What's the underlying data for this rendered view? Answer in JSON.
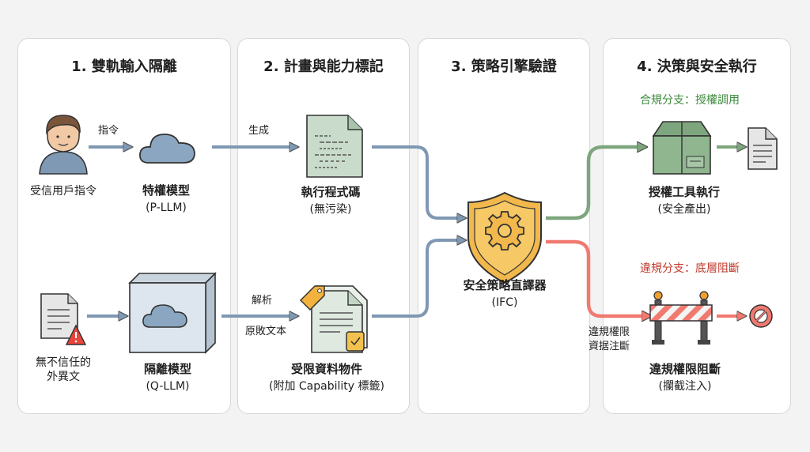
{
  "columns": [
    {
      "title": "1. 雙軌輸入隔離"
    },
    {
      "title": "2. 計畫與能力標記"
    },
    {
      "title": "3. 策略引擎驗證"
    },
    {
      "title": "4. 決策與安全執行"
    }
  ],
  "col1": {
    "instruction_arrow_label": "指令",
    "user_label": "受信用戶指令",
    "p_llm": {
      "title": "特權模型",
      "subtitle": "(P-LLM)"
    },
    "untrusted_label_line1": "無不信任的",
    "untrusted_label_line2": "外異文",
    "q_llm": {
      "title": "隔離模型",
      "subtitle": "(Q-LLM)"
    }
  },
  "col2": {
    "generate_label": "生成",
    "parse_label": "解析",
    "raw_text_label": "原敗文本",
    "code": {
      "title": "執行程式碼",
      "subtitle": "(無污染)"
    },
    "data": {
      "title": "受限資料物件",
      "subtitle": "(附加 Capability 標籤)"
    }
  },
  "col3": {
    "interpreter": {
      "title": "安全策略直譯器",
      "subtitle": "(IFC)"
    }
  },
  "col4": {
    "compliant_branch": "合規分支：授權調用",
    "tool": {
      "title": "授權工具執行",
      "subtitle": "(安全產出)"
    },
    "violation_branch": "違規分支：底層阻斷",
    "violation_note_line1": "違規權限",
    "violation_note_line2": "資据注斷",
    "block": {
      "title": "違規權限阻斷",
      "subtitle": "(攔截注入)"
    }
  },
  "colors": {
    "flow_blue": "#7f98b3",
    "green": "#7ea67e",
    "red": "#f07a70",
    "compliant_text": "#3c8a3c",
    "violation_text": "#c0392b"
  }
}
